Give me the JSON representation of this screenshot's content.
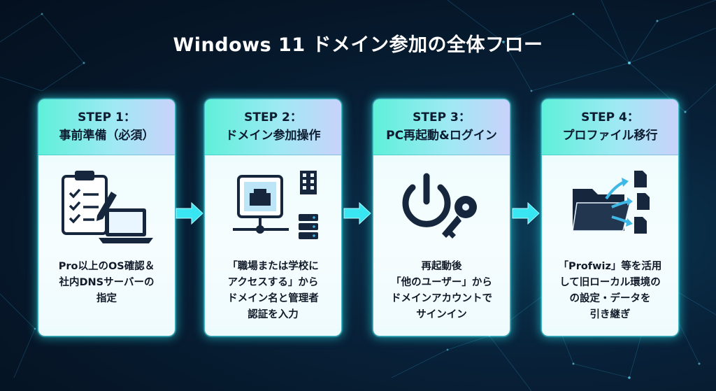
{
  "title": "Windows 11 ドメイン参加の全体フロー",
  "steps": [
    {
      "label": "STEP 1：",
      "title": "事前準備（必須）",
      "desc": [
        "Pro以上のOS確認＆",
        "社内DNSサーバーの",
        "指定"
      ],
      "icons": [
        "clipboard-checklist-icon",
        "laptop-icon"
      ]
    },
    {
      "label": "STEP 2：",
      "title": "ドメイン参加操作",
      "desc": [
        "「職場または学校に",
        "アクセスする」から",
        "ドメイン名と管理者",
        "認証を入力"
      ],
      "icons": [
        "network-port-icon",
        "building-icon",
        "server-icon"
      ]
    },
    {
      "label": "STEP 3：",
      "title": "PC再起動&ログイン",
      "desc": [
        "再起動後",
        "「他のユーザー」から",
        "ドメインアカウントで",
        "サインイン"
      ],
      "icons": [
        "power-icon",
        "key-icon"
      ]
    },
    {
      "label": "STEP 4：",
      "title": "プロファイル移行",
      "desc": [
        "「Profwiz」等を活用",
        "して旧ローカル環境の",
        "の設定・データを",
        "引き継ぎ"
      ],
      "icons": [
        "folder-transfer-icon",
        "document-icon"
      ]
    }
  ],
  "colors": {
    "background": "#061729",
    "card_glow": "#28e6f0",
    "header_start": "#5ef0d9",
    "header_end": "#c9d2fb",
    "icon_dark": "#16263c",
    "icon_accent": "#3fb8e8"
  }
}
